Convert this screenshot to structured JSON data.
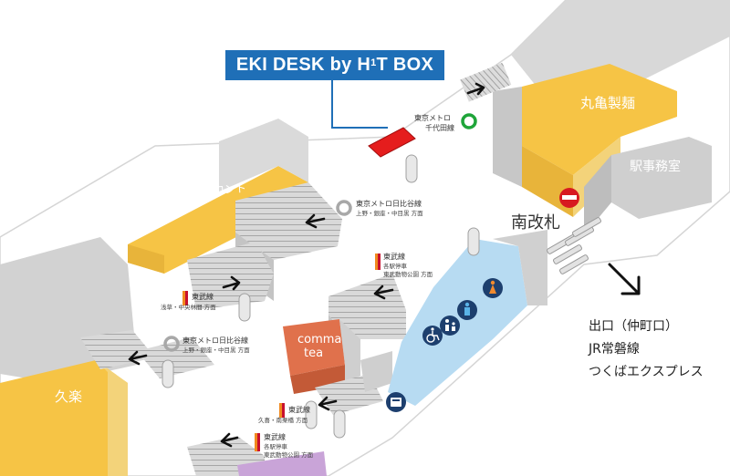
{
  "callout": {
    "pre": "EKI DESK by H",
    "sup": "1",
    "post": "T BOX"
  },
  "shops": {
    "marugame": "丸亀製麺",
    "station_office": "駅事務室",
    "front": "フロント",
    "kuraku": "久楽",
    "comma_tea_line1": "comma",
    "comma_tea_line2": "tea"
  },
  "gate": {
    "label": "南改札"
  },
  "lines": {
    "metro_chiyoda": {
      "line1": "東京メトロ",
      "line2": "千代田線",
      "color": "#1fa53a"
    },
    "metro_hibiya_a": {
      "line1": "東京メトロ日比谷線",
      "line2": "上野・銀座・中目黒 方面",
      "color": "#a8a8a8"
    },
    "metro_hibiya_b": {
      "line1": "東京メトロ日比谷線",
      "line2": "上野・銀座・中目黒 方面",
      "color": "#a8a8a8"
    },
    "tobu_a": {
      "line1": "東武線",
      "line2": "各駅停車",
      "line3": "東武動物公園 方面"
    },
    "tobu_b": {
      "line1": "東武線",
      "line2": "浅草・中央林間 方面"
    },
    "tobu_c": {
      "line1": "東武線",
      "line2": "久喜・南栗橋 方面"
    },
    "tobu_d": {
      "line1": "東武線",
      "line2": "各駅停車",
      "line3": "東武動物公園 方面"
    }
  },
  "exit": {
    "line1": "出口（仲町口）",
    "line2": "JR常磐線",
    "line3": "つくばエクスプレス"
  },
  "colors": {
    "shop_yellow": "#f6c445",
    "building_gray": "#cfcfcf",
    "restroom_blue": "#b7dbf2",
    "comma_orange": "#e0714c",
    "eki_desk_red": "#e51d1d",
    "callout_blue": "#1f6fb7",
    "tobu_stripe_orange": "#f08a1f",
    "tobu_stripe_red": "#c8102e",
    "lavender": "#c9a4d8"
  },
  "icons": [
    "no-entry-icon",
    "man-icon",
    "woman-icon",
    "wheelchair-icon",
    "baby-care-icon",
    "locker-icon",
    "arrow-icon",
    "exit-arrow-icon"
  ]
}
